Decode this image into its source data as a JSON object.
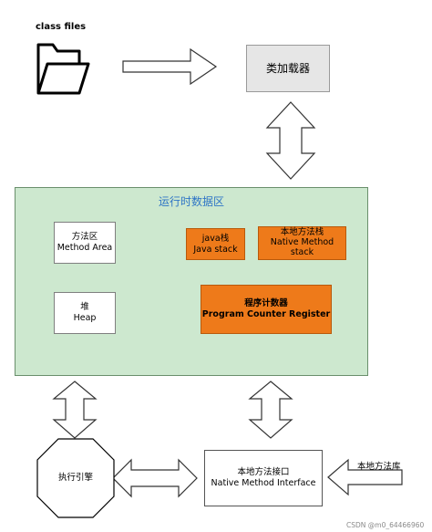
{
  "class_files_label": "class files",
  "classloader": {
    "label": "类加载器"
  },
  "runtime_area": {
    "title": "运行时数据区",
    "method_area": {
      "line1": "方法区",
      "line2": "Method Area"
    },
    "java_stack": {
      "line1": "java栈",
      "line2": "Java stack"
    },
    "native_stack": {
      "line1": "本地方法栈",
      "line2": "Native Method",
      "line3": "stack"
    },
    "heap": {
      "line1": "堆",
      "line2": "Heap"
    },
    "pc_register": {
      "line1": "程序计数器",
      "line2": "Program Counter Register"
    }
  },
  "execution_engine": {
    "label": "执行引擎"
  },
  "native_interface": {
    "line1": "本地方法接口",
    "line2": "Native Method Interface"
  },
  "native_library": {
    "label": "本地方法库"
  },
  "watermark": "CSDN @m0_64466960",
  "colors": {
    "runtime_bg": "#cde8cf",
    "runtime_title": "#2e75c6",
    "orange": "#ee7a1a",
    "classloader_bg": "#e6e6e6"
  }
}
